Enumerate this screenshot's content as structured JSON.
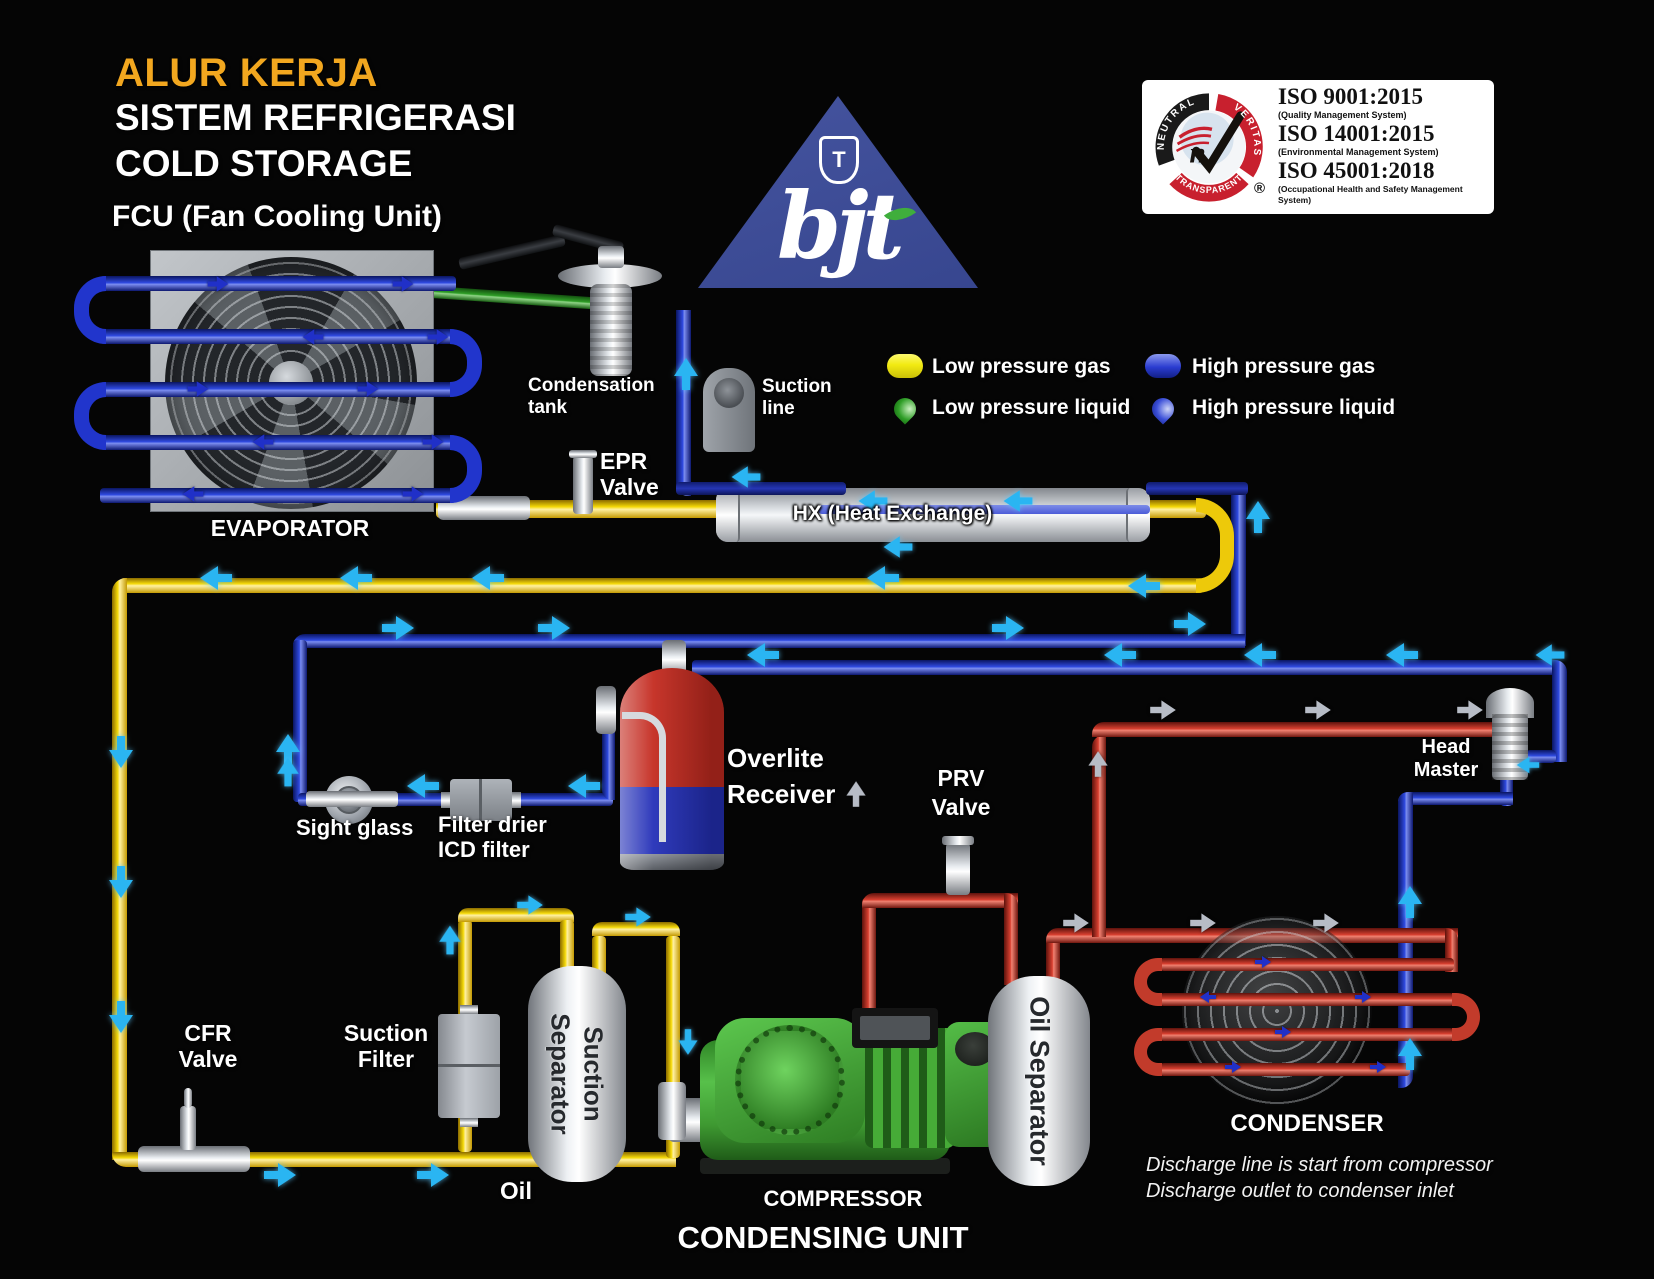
{
  "header": {
    "title1": "ALUR KERJA",
    "title2": "SISTEM REFRIGERASI",
    "title3": "COLD STORAGE",
    "subtitle": "FCU (Fan Cooling Unit)"
  },
  "logo": {
    "brand": "bjt",
    "shield_letter": "T"
  },
  "iso": {
    "ring_left": "NEUTRAL",
    "ring_right": "VERITAS",
    "ring_bottom": "TRANSPARENT",
    "reg": "®",
    "items": [
      {
        "code": "ISO 9001:2015",
        "desc": "(Quality Management System)"
      },
      {
        "code": "ISO 14001:2015",
        "desc": "(Environmental Management System)"
      },
      {
        "code": "ISO 45001:2018",
        "desc": "(Occupational Health and Safety Management System)"
      }
    ]
  },
  "legend": {
    "low_gas": "Low pressure gas",
    "high_gas": "High pressure gas",
    "low_liquid": "Low pressure liquid",
    "high_liquid": "High pressure liquid"
  },
  "labels": {
    "evaporator": "EVAPORATOR",
    "condensation_tank": [
      "Condensation",
      "tank"
    ],
    "suction_line": [
      "Suction",
      "line"
    ],
    "epr_valve": [
      "EPR",
      "Valve"
    ],
    "hx": "HX (Heat Exchange)",
    "sight_glass": "Sight glass",
    "filter_drier": [
      "Filter drier",
      "ICD filter"
    ],
    "receiver": [
      "Overlite",
      "Receiver"
    ],
    "prv_valve": [
      "PRV",
      "Valve"
    ],
    "head_master": [
      "Head",
      "Master"
    ],
    "suction_filter": [
      "Suction",
      "Filter"
    ],
    "cfr_valve": [
      "CFR",
      "Valve"
    ],
    "suction_separator": "Suction Separator",
    "oil": "Oil",
    "oil_separator": "Oil Separator",
    "compressor": "COMPRESSOR",
    "condensing_unit": "CONDENSING UNIT",
    "condenser": "CONDENSER",
    "note": [
      "Discharge line is start from compressor",
      "Discharge outlet to condenser inlet"
    ]
  },
  "colors": {
    "background": "#050505",
    "title_accent": "#f2a71f",
    "low_pressure_gas": "#f2ea12",
    "high_pressure_gas": "#2a3cd0",
    "low_pressure_liquid": "#2f9e27",
    "high_pressure_liquid": "#3b4fd8",
    "discharge_red": "#c83527",
    "flow_arrow_cyan": "#2ab5f2",
    "metal_silver": "#d9dde2"
  }
}
